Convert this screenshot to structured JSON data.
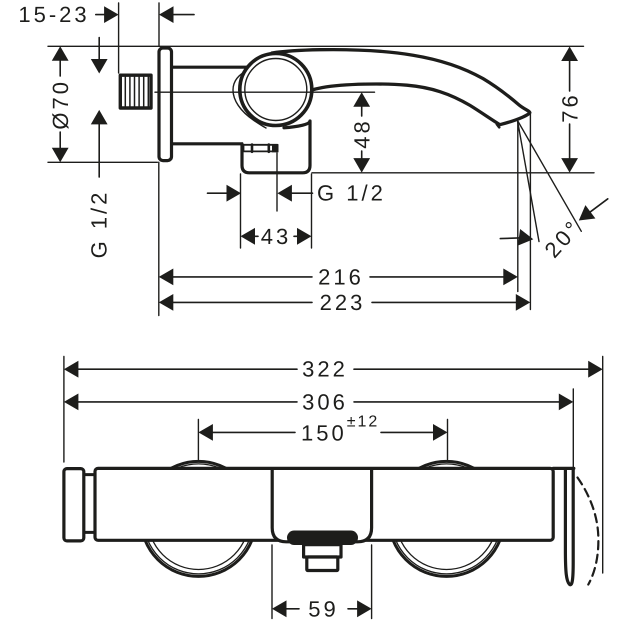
{
  "colors": {
    "ink": "#1d1d1b",
    "paper": "#ffffff"
  },
  "side_view": {
    "wall_distance": "15-23",
    "escutcheon_diameter": "Ø70",
    "inlet_thread": "G 1/2",
    "outlet_thread": "G 1/2",
    "outlet_width": "43",
    "spout_underside_height": "48",
    "spout_outlet_height": "76",
    "reach_aerator": "216",
    "reach_overall": "223",
    "spray_angle": "20°"
  },
  "front_view": {
    "overall_width": "322",
    "body_width": "306",
    "connection_distance": "150",
    "connection_tolerance": "±12",
    "spout_width": "59"
  }
}
